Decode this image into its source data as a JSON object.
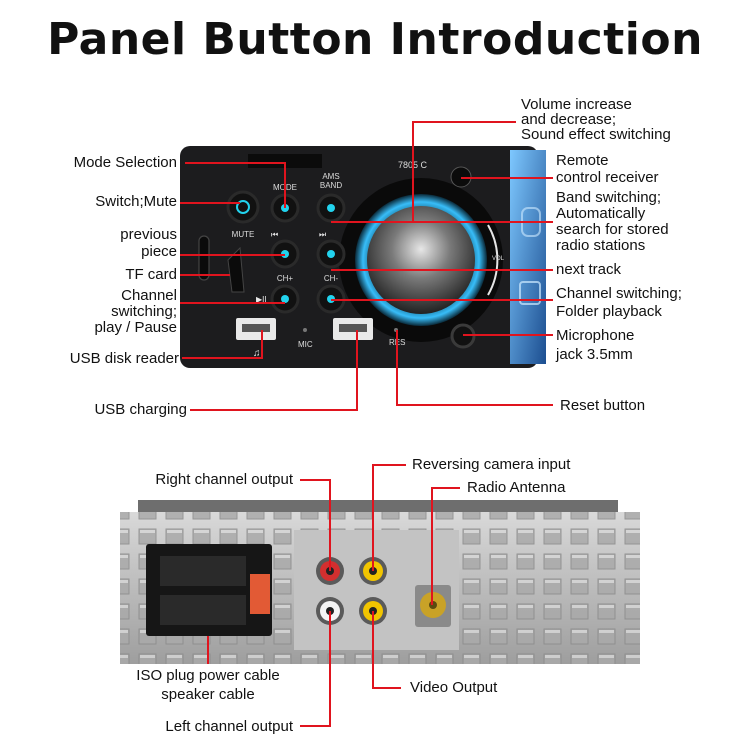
{
  "title": "Panel Button Introduction",
  "front_panel": {
    "model": "7805 C",
    "buttons": {
      "mode": "MODE",
      "ams_band": "AMS BAND",
      "mute": "MUTE",
      "ch_plus": "CH+",
      "ch_minus": "CH-",
      "mic": "MIC",
      "res": "RES",
      "vol": "VOL"
    }
  },
  "labels": {
    "volume": [
      "Volume increase",
      "and decrease;",
      "Sound effect switching"
    ],
    "mode_selection": "Mode Selection",
    "switch_mute": "Switch;Mute",
    "previous_piece": [
      "previous",
      "piece"
    ],
    "tf_card": "TF card",
    "channel_play": [
      "Channel",
      "switching;",
      "play / Pause"
    ],
    "usb_disk_reader": "USB disk reader",
    "usb_charging": "USB charging",
    "remote": [
      "Remote",
      "control receiver"
    ],
    "band_switching": [
      "Band switching;",
      "Automatically",
      "search for stored",
      "radio stations"
    ],
    "next_track": "next track",
    "channel_folder": [
      "Channel switching;",
      "Folder playback"
    ],
    "microphone": [
      "Microphone",
      "jack 3.5mm"
    ],
    "reset_button": "Reset button",
    "right_channel": "Right channel output",
    "reversing_camera": "Reversing camera input",
    "radio_antenna": "Radio Antenna",
    "iso_plug": [
      "ISO plug power cable",
      "speaker cable"
    ],
    "video_output": "Video Output",
    "left_channel": "Left channel output"
  },
  "colors": {
    "leader": "#e0141e",
    "panel": "#1c1c1e",
    "button_glow": "#22d3ee",
    "knob_ring": "#38bdf8",
    "screen": "#2b6cb0",
    "chassis": "#b9b9b9",
    "rca_red": "#d32f2f",
    "rca_yellow": "#f2c500",
    "rca_white": "#f5f5f5",
    "antenna": "#c9a227",
    "fuse": "#e25a35"
  }
}
